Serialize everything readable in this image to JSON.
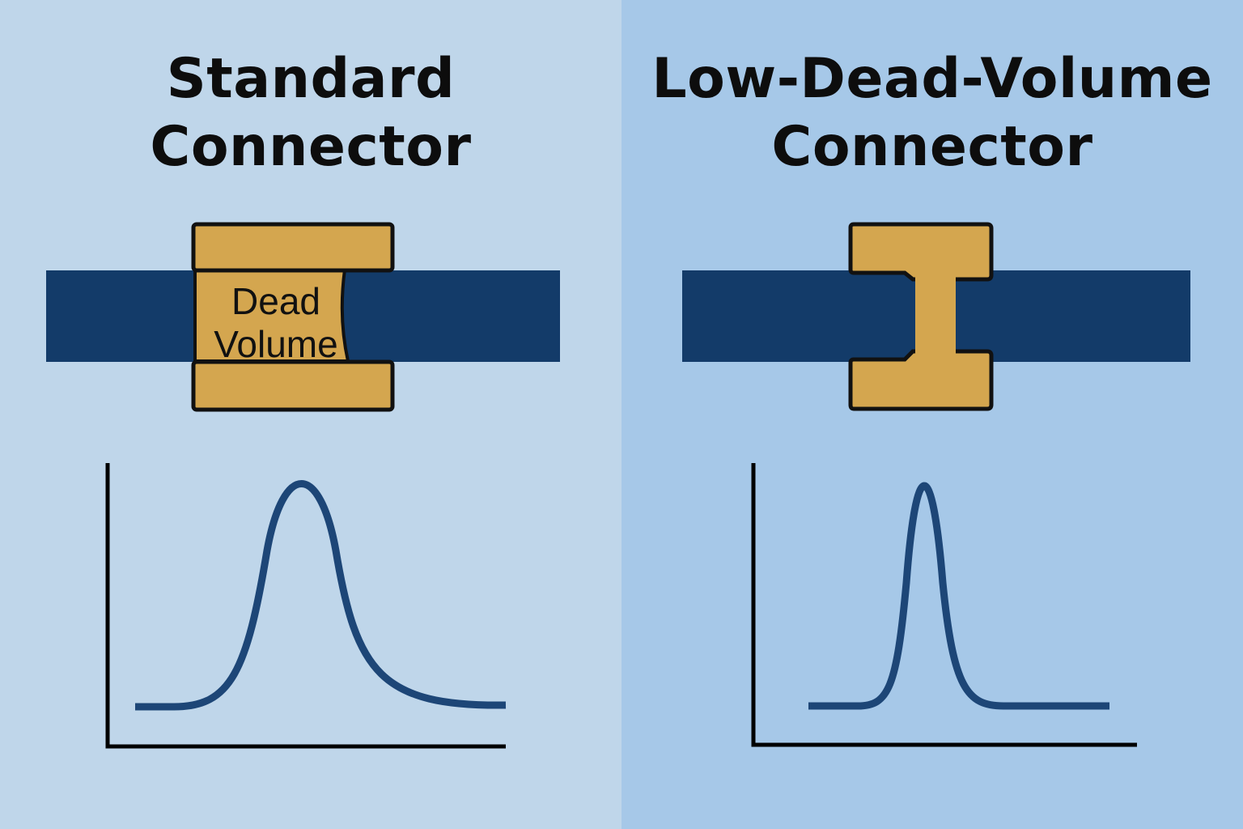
{
  "colors": {
    "left_background": "#bfd6ea",
    "right_background": "#a6c8e8",
    "tubing": "#133b69",
    "fitting": "#d4a64f",
    "outline": "#111111",
    "peak_curve": "#1d4677",
    "axes": "#000000"
  },
  "left": {
    "title_line1": "Standard",
    "title_line2": "Connector",
    "dead_volume_line1": "Dead",
    "dead_volume_line2": "Volume",
    "peak": {
      "shape": "broad",
      "relative_width": 1.0
    }
  },
  "right": {
    "title_line1": "Low-Dead-Volume",
    "title_line2": "Connector",
    "peak": {
      "shape": "narrow",
      "relative_width": 0.45
    }
  }
}
